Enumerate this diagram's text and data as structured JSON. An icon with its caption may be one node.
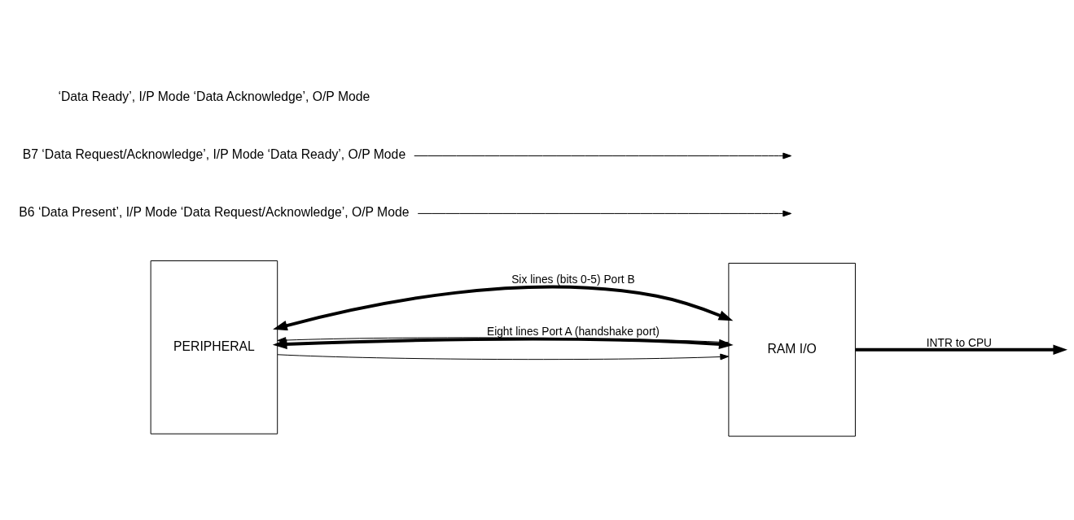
{
  "diagram": {
    "nodes": [
      {
        "text": [
          "PERIPHERAL"
        ]
      },
      {
        "text": [
          "RAM I/O"
        ]
      },
      {
        "text": [
          "B6 ‘Data Present’, I/P Mode ‘Data Request/Acknowledge’, O/P Mode"
        ]
      },
      {
        "text": [
          "B7 ‘Data Request/Acknowledge’, I/P Mode ‘Data Ready’, O/P Mode"
        ]
      }
    ],
    "edges": [
      {
        "from": 0,
        "to": 1,
        "arrow": "both",
        "label": "Six lines (bits 0-5) Port B",
        "style": "thick"
      },
      {
        "from": 0,
        "to": 1,
        "arrow": "both",
        "label": "Eight lines Port A (handshake port)",
        "style": "thick"
      },
      {
        "from": 0,
        "to": 1,
        "arrow": "to"
      },
      {
        "from": 1,
        "to": 0,
        "arrow": "to"
      },
      {
        "from": 1,
        "to": null,
        "arrow": "to",
        "label": "INTR to CPU",
        "style": "thick"
      },
      {
        "from": 2,
        "to": null,
        "arrow": "to"
      },
      {
        "from": 3,
        "to": null,
        "arrow": "to"
      }
    ],
    "labels": [
      "‘Data Ready’, I/P Mode ‘Data Acknowledge’, O/P Mode"
    ]
  }
}
